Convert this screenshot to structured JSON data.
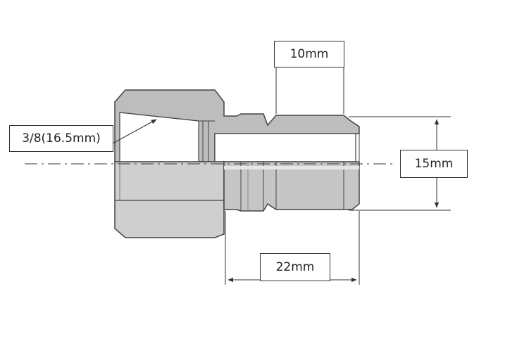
{
  "labels": {
    "tip_width": "10mm",
    "thread": "3/8(16.5mm)",
    "diameter": "15mm",
    "length": "22mm"
  },
  "colors": {
    "metal_fill": "#bdbdbd",
    "metal_light": "#d0d0d0",
    "outline": "#444444",
    "dimension_line": "#333333"
  }
}
